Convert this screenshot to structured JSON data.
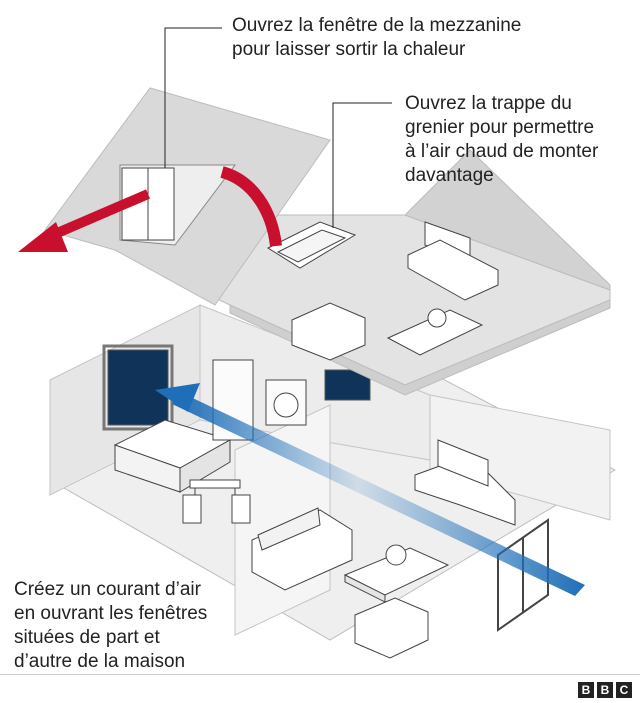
{
  "callouts": {
    "mezzanine": [
      "Ouvrez la fenêtre de la mezzanine",
      "pour laisser sortir la chaleur"
    ],
    "attic": [
      "Ouvrez la trappe du",
      "grenier pour permettre",
      "à l’air chaud de monter",
      "davantage"
    ],
    "cross_draft": [
      "Créez un courant d’air",
      "en ouvrant les fenêtres",
      "situées de part et",
      "d’autre de la maison"
    ]
  },
  "logo": [
    "B",
    "B",
    "C"
  ],
  "colors": {
    "hot_air_arrow": "#c8102e",
    "cool_air_arrow": "#1f6fb8",
    "wall": "#e8e8e8",
    "floor": "#d6d6d6",
    "roof": "#cfcfcf",
    "line": "#333333",
    "window_glass": "#10335a"
  }
}
